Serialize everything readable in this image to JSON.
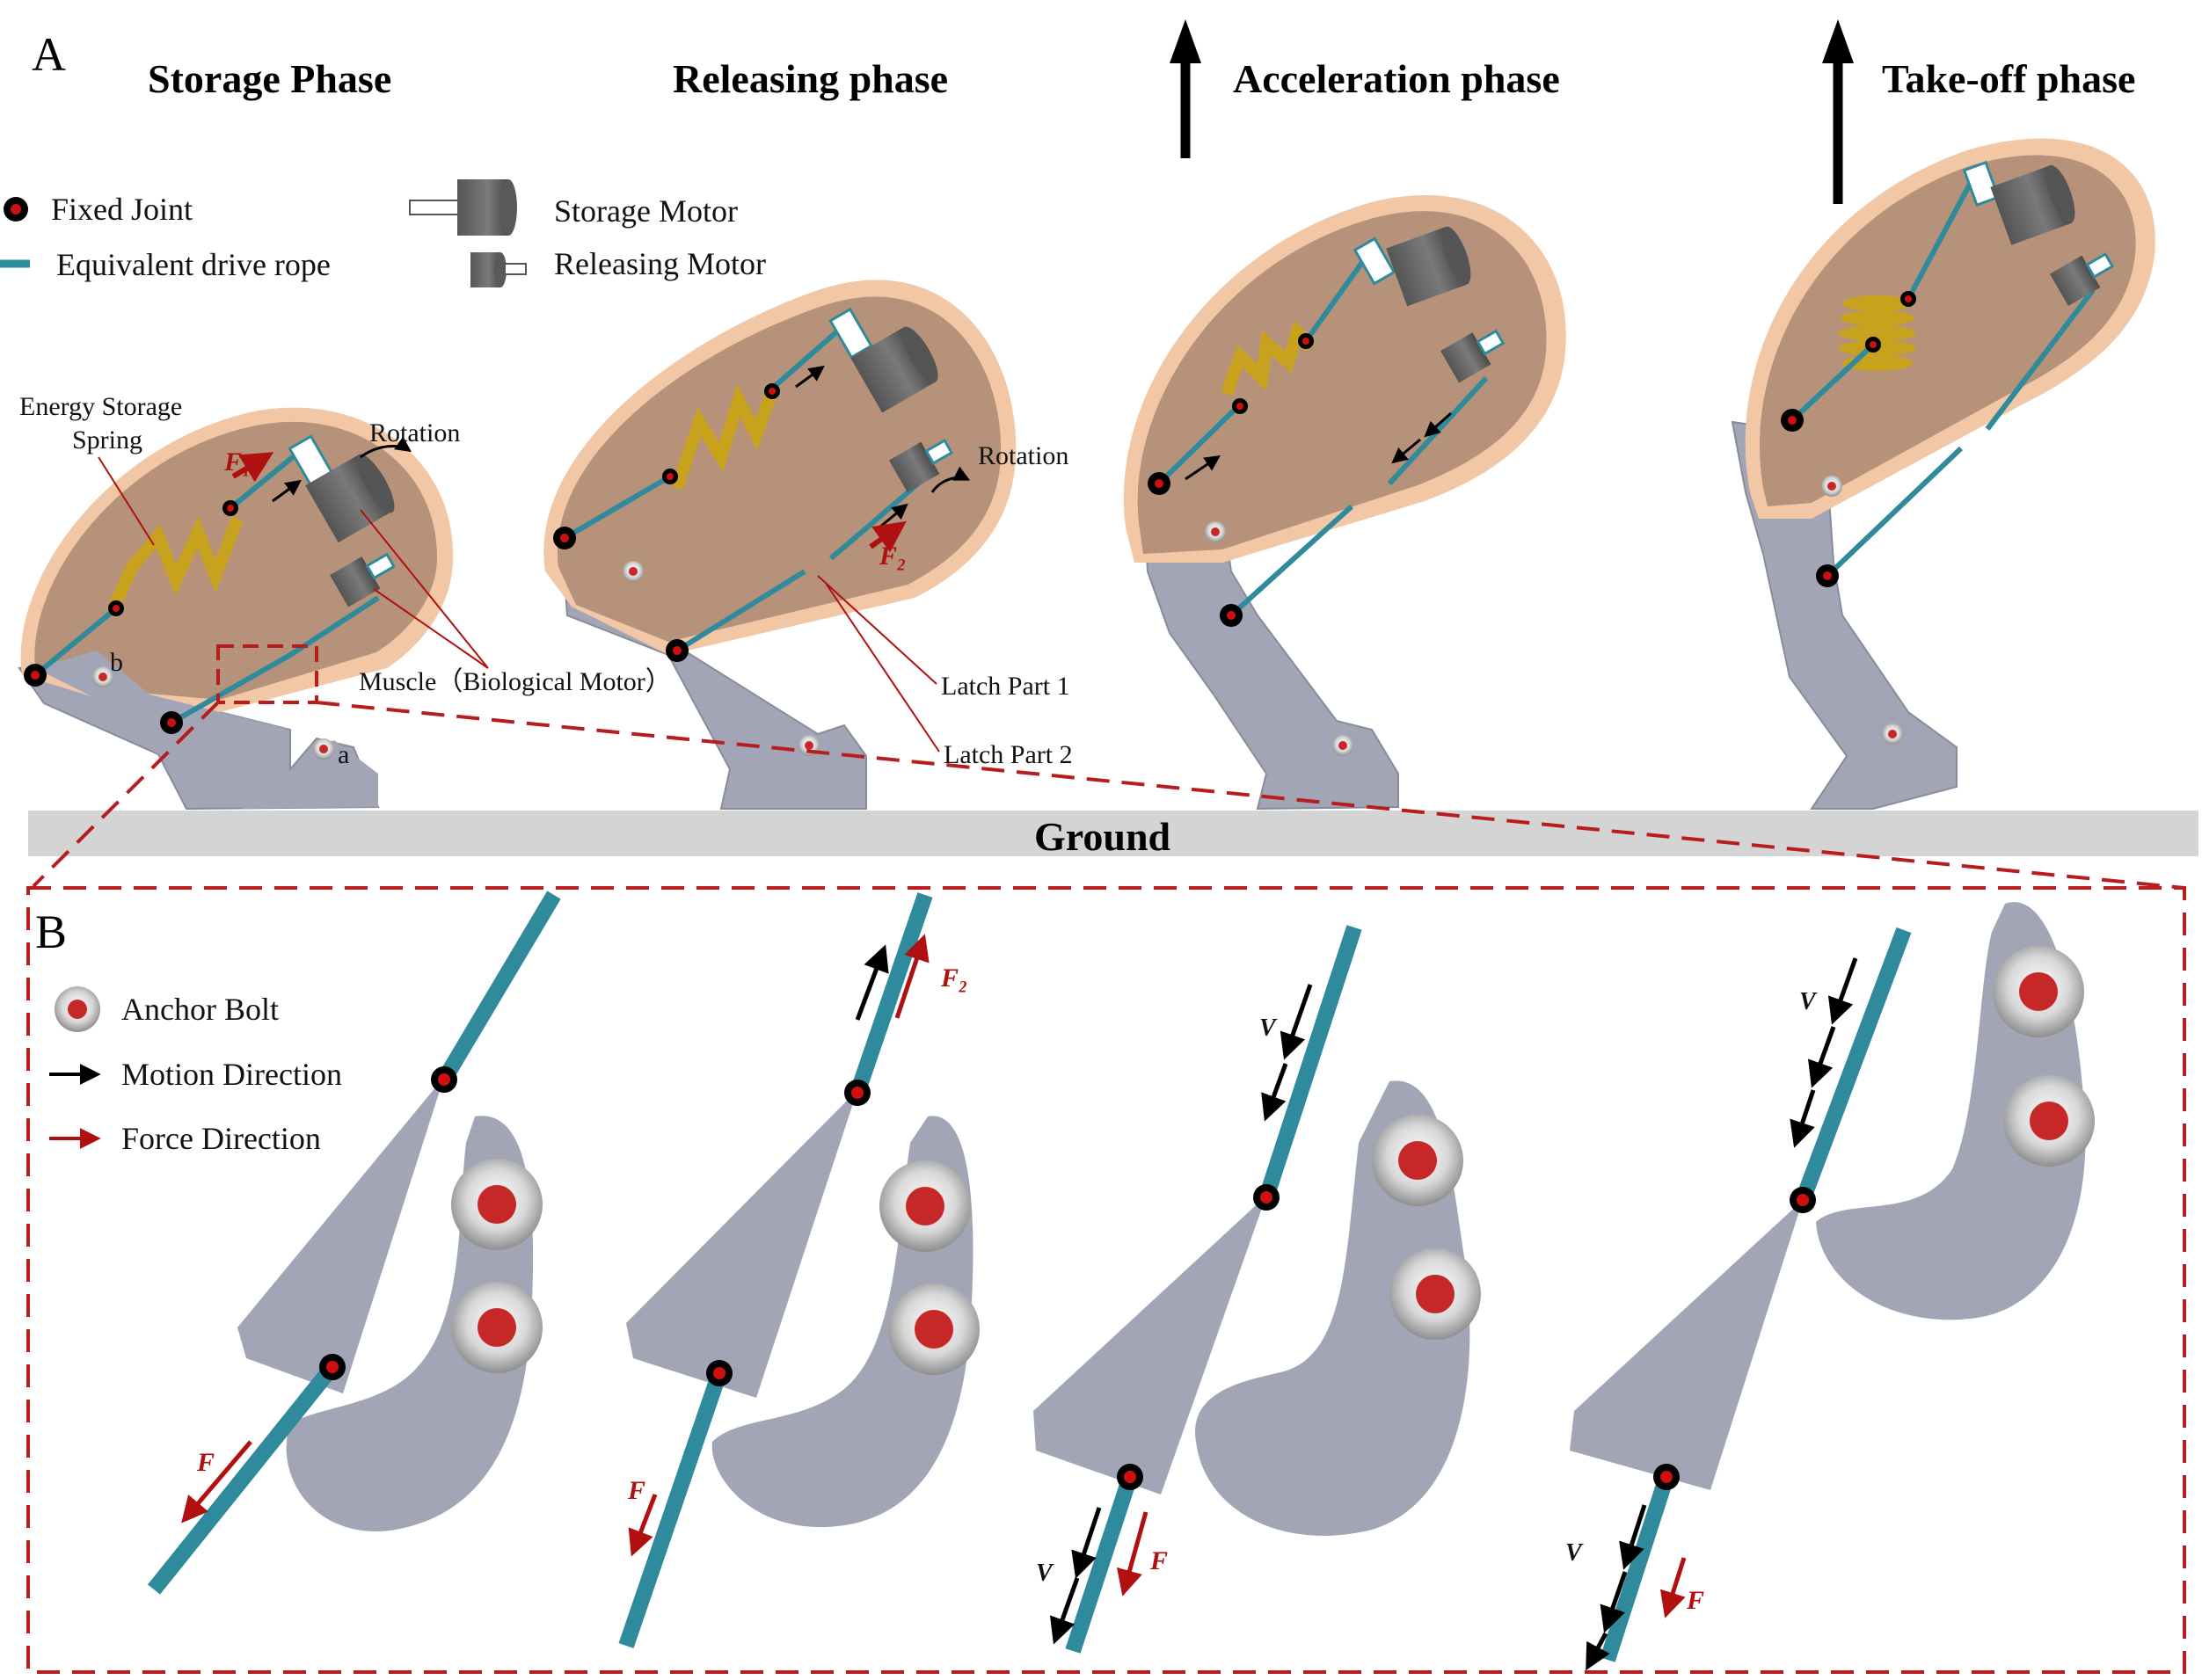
{
  "panels": {
    "a": "A",
    "b": "B"
  },
  "phases": [
    "Storage Phase",
    "Releasing phase",
    "Acceleration phase",
    "Take-off phase"
  ],
  "legend_a": {
    "fixed_joint": "Fixed Joint",
    "drive_rope": "Equivalent drive rope",
    "storage_motor": "Storage Motor",
    "releasing_motor": "Releasing Motor"
  },
  "legend_b": {
    "anchor_bolt": "Anchor Bolt",
    "motion_direction": "Motion Direction",
    "force_direction": "Force Direction"
  },
  "annotations": {
    "energy_spring_1": "Energy Storage",
    "energy_spring_2": "Spring",
    "rotation": "Rotation",
    "muscle": "Muscle（Biological Motor）",
    "latch1": "Latch  Part 1",
    "latch2": "Latch Part 2",
    "point_a": "a",
    "point_b": "b",
    "f1": "F₁",
    "f2": "F₂",
    "f": "F",
    "v": "V"
  },
  "ground": "Ground",
  "colors": {
    "body": "#b7927a",
    "body_rim": "#f2c7a6",
    "leg": "#a1a5b6",
    "rope": "#2f8a9b",
    "spring": "#c9a21d",
    "motor": "#6b6b6b",
    "force": "#b01010",
    "dashed_box": "#b81c1c",
    "ground": "#d4d4d4"
  }
}
